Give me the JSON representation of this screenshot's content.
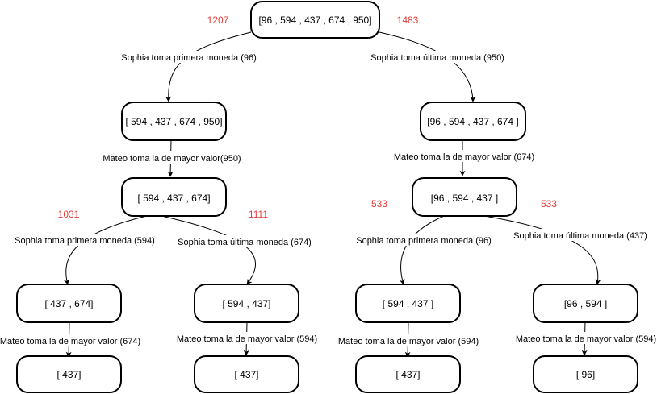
{
  "colors": {
    "score": "#e83a3a",
    "stroke": "#000000",
    "background": "#ffffff"
  },
  "nodes": {
    "root": "[96 , 594 , 437 , 674 , 950]",
    "l1_left": "[ 594 , 437 , 674 , 950]",
    "l1_right": "[96 , 594 , 437 , 674 ]",
    "l2_left": "[ 594 , 437 , 674]",
    "l2_right": "[96 , 594 , 437 ]",
    "l3_a": "[ 437 , 674]",
    "l3_b": "[ 594 , 437]",
    "l3_c": "[ 594 , 437 ]",
    "l3_d": "[96 , 594 ]",
    "l4_a": "[ 437]",
    "l4_b": "[ 437]",
    "l4_c": "[ 437]",
    "l4_d": "[ 96]"
  },
  "edges": {
    "root_left": "Sophia toma primera moneda (96)",
    "root_right": "Sophia toma última moneda (950)",
    "l1_left_down": "Mateo toma la de mayor valor(950)",
    "l1_right_down": "Mateo toma la de mayor valor (674)",
    "l2_left_a": "Sophia toma primera moneda (594)",
    "l2_left_b": "Sophia toma última moneda (674)",
    "l2_right_c": "Sophia toma primera moneda (96)",
    "l2_right_d": "Sophia toma última moneda (437)",
    "l3_a_down": "Mateo toma la de mayor valor (674)",
    "l3_b_down": "Mateo toma la de mayor valor (594)",
    "l3_c_down": "Mateo toma la de mayor valor (594)",
    "l3_d_down": "Mateo toma la de mayor valor (594)"
  },
  "scores": {
    "root_left": "1207",
    "root_right": "1483",
    "l2_left_a": "1031",
    "l2_left_b": "1111",
    "l2_right_c": "533",
    "l2_right_d": "533"
  }
}
